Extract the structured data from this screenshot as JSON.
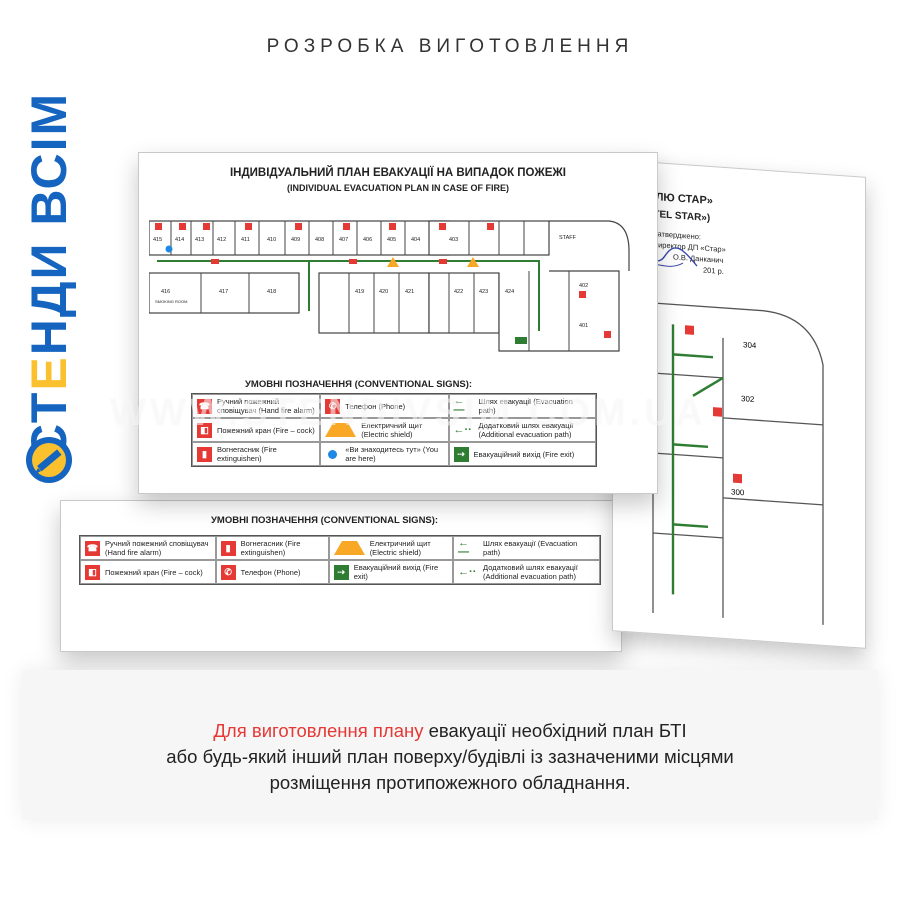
{
  "brand": {
    "text_a": "СТ",
    "text_accent": "Е",
    "text_b": "НДИ ВСІМ"
  },
  "heading": "РОЗРОБКА ВИГОТОВЛЕННЯ",
  "front_board": {
    "title_ua": "ІНДИВІДУАЛЬНИЙ ПЛАН ЕВАКУАЦІЇ НА ВИПАДОК ПОЖЕЖІ",
    "title_en": "(INDIVIDUAL EVACUATION PLAN IN CASE OF FIRE)",
    "rooms": [
      "415",
      "414",
      "413",
      "412",
      "411",
      "410",
      "409",
      "408",
      "407",
      "406",
      "405",
      "404",
      "403",
      "402",
      "401",
      "416",
      "417",
      "418",
      "419",
      "420",
      "421",
      "422",
      "423",
      "424"
    ],
    "room_labels": {
      "staff": "STAFF",
      "smoking": "SMOKING ROOM"
    },
    "legend_title": "УМОВНІ ПОЗНАЧЕННЯ (CONVENTIONAL SIGNS):",
    "legend": [
      {
        "text": "Ручний пожежний сповіщувач (Hand fire alarm)"
      },
      {
        "text": "Телефон (Phone)"
      },
      {
        "text": "Шлях евакуації (Evacuation path)"
      },
      {
        "text": "Пожежний кран (Fire – cock)"
      },
      {
        "text": "Електричний щит (Electric shield)"
      },
      {
        "text": "Додатковий шлях евакуації (Additional evacuation path)"
      },
      {
        "text": "Вогнегасник (Fire extinguishen)"
      },
      {
        "text": "«Ви знаходитесь тут» (You are here)"
      },
      {
        "text": "Евакуаційний вихід (Fire exit)"
      }
    ]
  },
  "right_board": {
    "title_a": "ГОТЕЛЮ СТАР»",
    "title_b": "(HOTEL STAR»)",
    "approved": "Затверджено:",
    "director": "Директор ДП «Стар»",
    "name": "О.В. Данканич",
    "year": "201   р.",
    "rooms": [
      "304",
      "302",
      "300"
    ]
  },
  "back_board": {
    "legend_title": "УМОВНІ ПОЗНАЧЕННЯ (CONVENTIONAL SIGNS):",
    "legend": [
      {
        "text": "Ручний пожежний сповіщувач (Hand fire alarm)"
      },
      {
        "text": "Вогнегасник (Fire extinguishen)"
      },
      {
        "text": "Електричний щит (Electric shield)"
      },
      {
        "text": "Шлях евакуації (Evacuation path)"
      },
      {
        "text": "Пожежний кран (Fire – cock)"
      },
      {
        "text": "Телефон (Phone)"
      },
      {
        "text": "Евакуаційний вихід (Fire exit)"
      },
      {
        "text": "Додатковий шлях евакуації (Additional evacuation path)"
      }
    ]
  },
  "watermark": "WWW.STENDIVSIM.COM.UA",
  "caption": {
    "highlight": "Для виготовлення плану",
    "line1_rest": " евакуації необхідний план БТІ",
    "line2": "або будь-який інший план поверху/будівлі із зазначеними місцями",
    "line3": "розміщення протипожежного обладнання."
  },
  "colors": {
    "brand_blue": "#1565c0",
    "brand_yellow": "#fbc02d",
    "alert_red": "#e53935",
    "path_green": "#2e7d32"
  }
}
